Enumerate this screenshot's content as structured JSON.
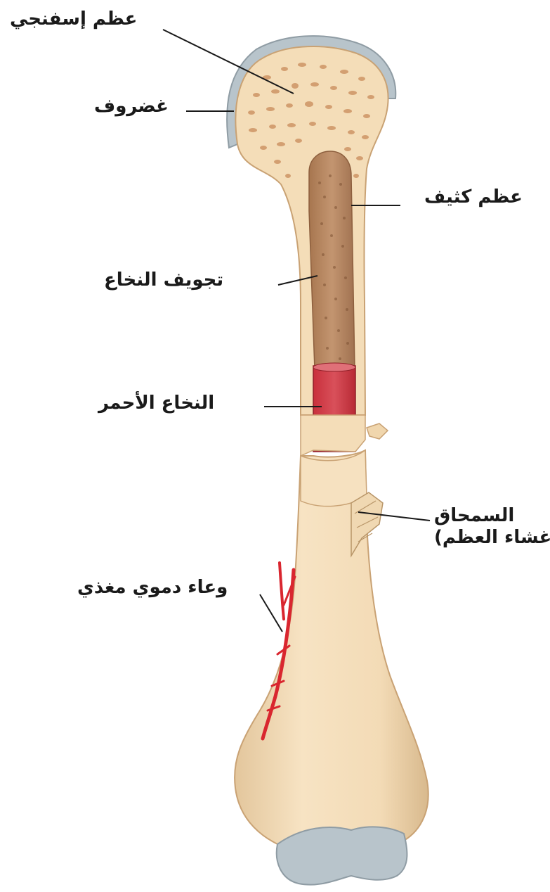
{
  "labels": {
    "spongy_bone": "عظم إسفنجي",
    "cartilage": "غضروف",
    "compact_bone": "عظم كثيف",
    "marrow_cavity": "تجويف النخاع",
    "red_marrow": "النخاع الأحمر",
    "periosteum_line1": "السمحاق",
    "periosteum_line2": "(غشاء العظم)",
    "blood_vessel": "وعاء دموي مغذي"
  },
  "colors": {
    "bone": "#f3dcb7",
    "bone_shadow": "#dcbf93",
    "spongy": "#f1d8b3",
    "pores": "#c98b5a",
    "marrow_cavity": "#b98b64",
    "red_marrow": "#cf3a45",
    "cartilage": "#b8c4cb",
    "blood_vessel": "#d9262f"
  }
}
